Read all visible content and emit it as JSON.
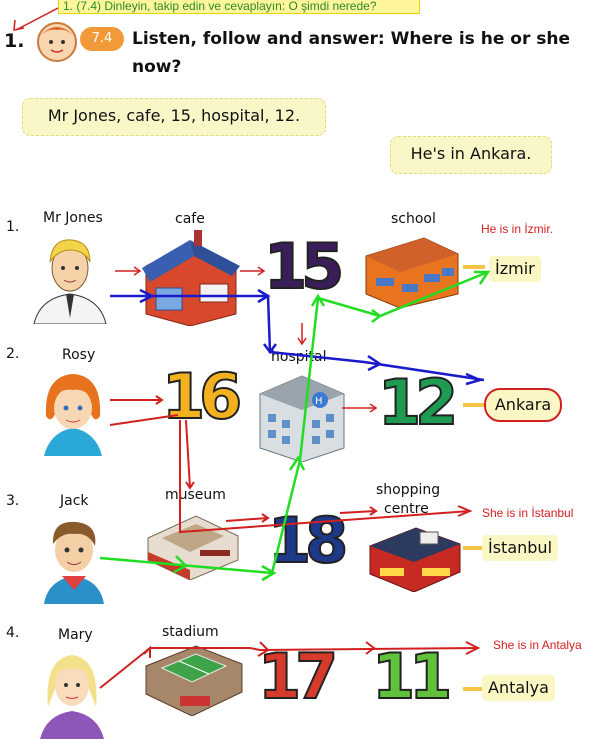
{
  "header": {
    "tooltip": "1. (7.4) Dinleyin, takip edin ve cevaplayın: O şimdi nerede?",
    "exercise_number": "1.",
    "track": "7.4",
    "instruction_line1": "Listen, follow and answer: Where is he or she",
    "instruction_line2": "now?"
  },
  "example": {
    "prompt": "Mr Jones, cafe, 15, hospital, 12.",
    "answer": "He's in Ankara."
  },
  "rows": [
    {
      "num": "1.",
      "person": "Mr Jones"
    },
    {
      "num": "2.",
      "person": "Rosy"
    },
    {
      "num": "3.",
      "person": "Jack"
    },
    {
      "num": "4.",
      "person": "Mary"
    }
  ],
  "places": {
    "cafe": "cafe",
    "school": "school",
    "hospital": "hospital",
    "museum": "museum",
    "shopping_line1": "shopping",
    "shopping_line2": "centre",
    "stadium": "stadium"
  },
  "numbers": {
    "n15": "15",
    "n16": "16",
    "n12": "12",
    "n18": "18",
    "n17": "17",
    "n11": "11"
  },
  "cities": {
    "izmir": "İzmir",
    "ankara": "Ankara",
    "istanbul": "İstanbul",
    "antalya": "Antalya"
  },
  "handwritten": {
    "row1": "He is in İzmir.",
    "row3": "She is in İstanbul",
    "row4": "She is in Antalya"
  },
  "colors": {
    "accent": "#f29a3a",
    "bubble": "#f9f6c8",
    "red": "#d22020",
    "blue": "#1a1acc",
    "green": "#22dd22"
  }
}
